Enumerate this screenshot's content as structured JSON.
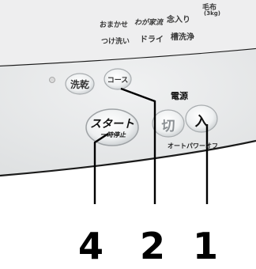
{
  "courses": {
    "row1": [
      "おまかせ",
      "わが家流",
      "念入り"
    ],
    "row1_extra": "(3kg)",
    "row1_right": "毛布",
    "row2": [
      "つけ洗い",
      "ドライ",
      "槽洗浄"
    ]
  },
  "buttons": {
    "dry": "洗乾",
    "course": "コース",
    "start_main": "スタート",
    "start_sub": "一時停止",
    "power_off": "切",
    "power_on": "入"
  },
  "labels": {
    "power_section": "電源",
    "auto_power_off": "オートパワーオフ"
  },
  "callouts": [
    "4",
    "2",
    "1"
  ],
  "colors": {
    "panel": "#e4e6e7",
    "panel_border": "#111111",
    "button_fill": "#f2f3f4",
    "button_ring": "#b8bcbf",
    "text_dark": "#2a2a2a",
    "callout": "#000000"
  }
}
